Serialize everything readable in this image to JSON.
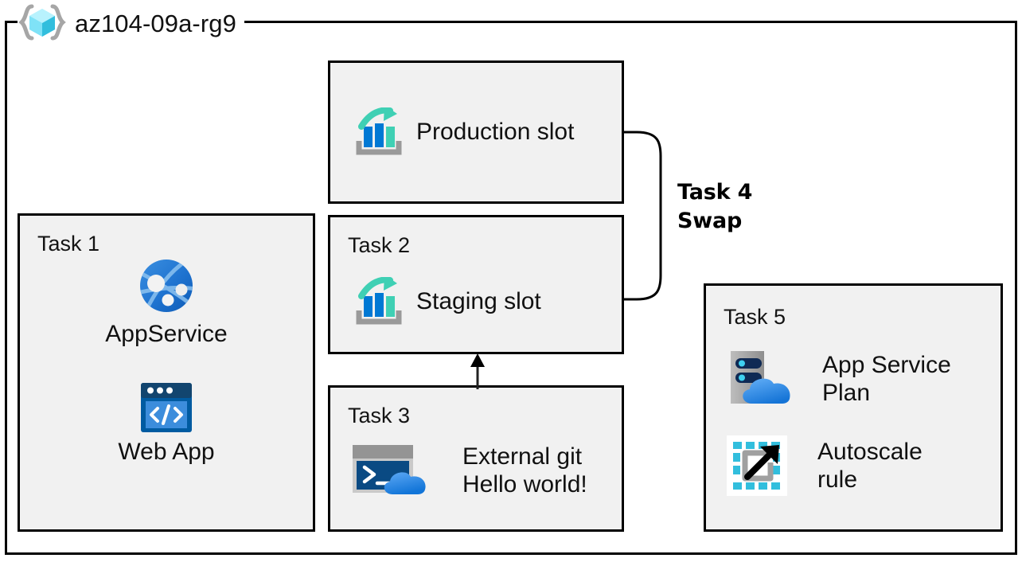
{
  "diagram": {
    "resource_group": {
      "name": "az104-09a-rg9",
      "icon": "resource-group-cube-icon"
    },
    "boxes": {
      "production": {
        "id": "box-production",
        "items": [
          {
            "icon": "deployment-slot-icon",
            "label": "Production slot"
          }
        ]
      },
      "task1": {
        "label": "Task 1",
        "items": [
          {
            "icon": "app-service-globe-icon",
            "label": "AppService"
          },
          {
            "icon": "web-app-browser-icon",
            "label": "Web App"
          }
        ]
      },
      "task2": {
        "label": "Task 2",
        "items": [
          {
            "icon": "deployment-slot-icon",
            "label": "Staging slot"
          }
        ]
      },
      "task3": {
        "label": "Task 3",
        "items": [
          {
            "icon": "cloud-shell-terminal-icon",
            "label": "External git\nHello world!"
          }
        ]
      },
      "task5": {
        "label": "Task 5",
        "items": [
          {
            "icon": "app-service-plan-server-cloud-icon",
            "label": "App Service\nPlan"
          },
          {
            "icon": "autoscale-rule-icon",
            "label": "Autoscale\nrule"
          }
        ]
      }
    },
    "connectors": {
      "swap": {
        "label": "Task 4\nSwap",
        "from": "Production slot",
        "to": "Staging slot"
      },
      "deploy_arrow": {
        "from": "Task 3",
        "to": "Task 2"
      }
    },
    "colors": {
      "box_fill": "#f1f1f1",
      "box_border": "#000000",
      "azure_blue": "#0078d4",
      "azure_light_blue": "#50e6ff",
      "slot_teal": "#3fd0b4",
      "slot_bar_blue": "#0078d4",
      "tray_gray": "#9a9a9a",
      "server_gray": "#a3a3a3",
      "terminal_navy": "#0a4a83",
      "autoscale_cyan": "#32bedd",
      "text": "#111111"
    }
  }
}
